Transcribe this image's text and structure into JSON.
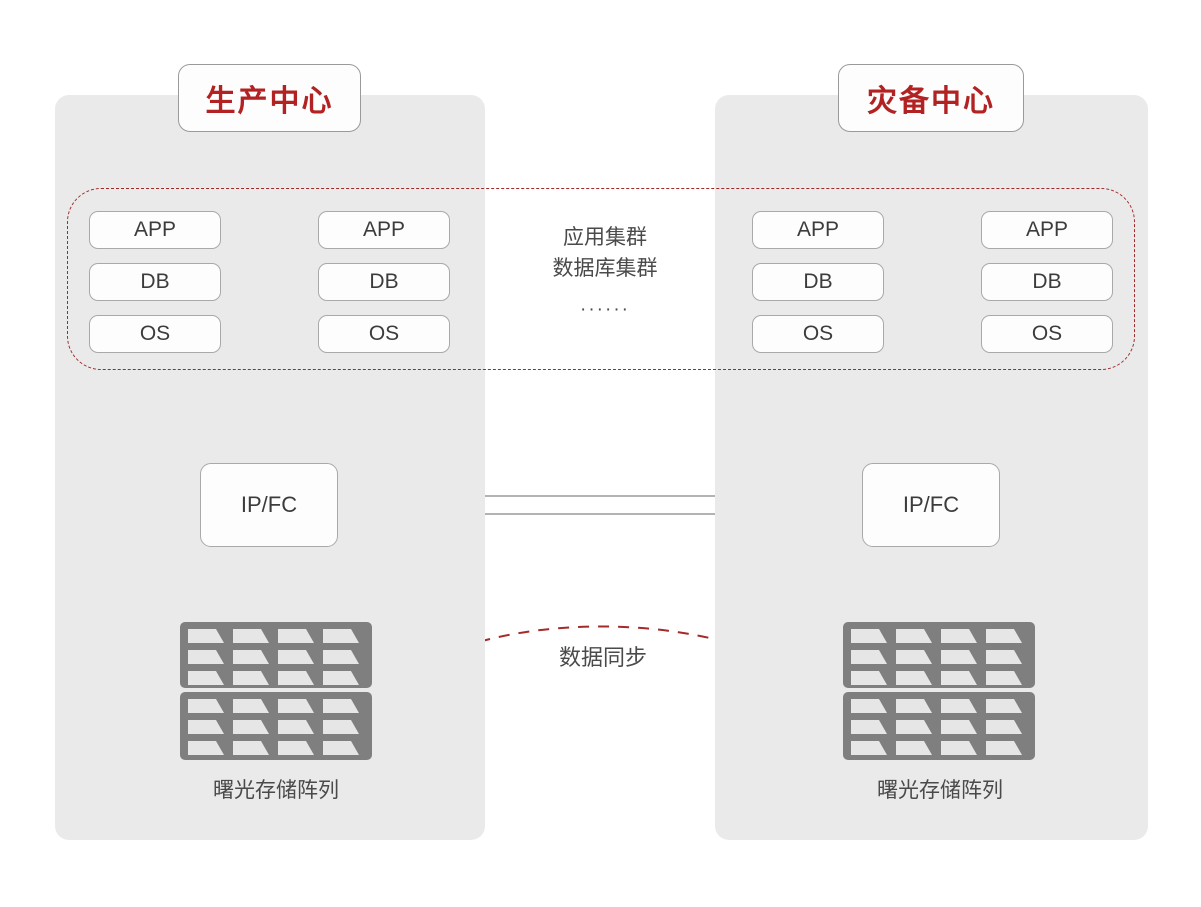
{
  "diagram": {
    "title_left": "生产中心",
    "title_right": "灾备中心",
    "cluster_note_line1": "应用集群",
    "cluster_note_line2": "数据库集群",
    "cluster_note_dots": "······",
    "sync_label": "数据同步",
    "colors": {
      "panel_bg": "#eaeaea",
      "accent_red": "#9e2b2b",
      "title_red": "#b22222",
      "line_gray": "#9a9a9a",
      "array_gray": "#7f7f7f",
      "text_gray": "#4a4a4a"
    },
    "sites": [
      {
        "id": "production",
        "title": "生产中心",
        "stacks": [
          {
            "nodes": [
              "APP",
              "DB",
              "OS"
            ]
          },
          {
            "nodes": [
              "APP",
              "DB",
              "OS"
            ]
          }
        ],
        "fabric_label": "IP/FC",
        "storage_label": "曙光存储阵列"
      },
      {
        "id": "disaster-recovery",
        "title": "灾备中心",
        "stacks": [
          {
            "nodes": [
              "APP",
              "DB",
              "OS"
            ]
          },
          {
            "nodes": [
              "APP",
              "DB",
              "OS"
            ]
          }
        ],
        "fabric_label": "IP/FC",
        "storage_label": "曙光存储阵列"
      }
    ]
  }
}
